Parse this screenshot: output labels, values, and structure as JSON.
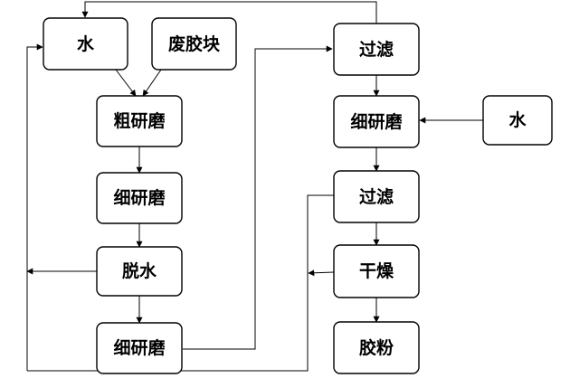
{
  "diagram": {
    "type": "process-flowchart",
    "line_color": "#000000",
    "box_fill": "#ffffff",
    "nodes": {
      "water_top": "水",
      "waste_rubber": "废胶块",
      "coarse_grinding": "粗研磨",
      "fine_grinding_1": "细研磨",
      "dehydration": "脱水",
      "fine_grinding_2": "细研磨",
      "filter_1": "过滤",
      "fine_grinding_3": "细研磨",
      "water_right": "水",
      "filter_2": "过滤",
      "drying": "干燥",
      "rubber_powder": "胶粉"
    },
    "edges": [
      {
        "from": "water_top",
        "to": "coarse_grinding"
      },
      {
        "from": "waste_rubber",
        "to": "coarse_grinding"
      },
      {
        "from": "coarse_grinding",
        "to": "fine_grinding_1"
      },
      {
        "from": "fine_grinding_1",
        "to": "dehydration"
      },
      {
        "from": "dehydration",
        "to": "fine_grinding_2"
      },
      {
        "from": "fine_grinding_2",
        "to": "filter_1"
      },
      {
        "from": "filter_1",
        "to": "fine_grinding_3"
      },
      {
        "from": "water_right",
        "to": "fine_grinding_3"
      },
      {
        "from": "fine_grinding_3",
        "to": "filter_2"
      },
      {
        "from": "filter_2",
        "to": "drying"
      },
      {
        "from": "drying",
        "to": "rubber_powder"
      },
      {
        "from": "filter_1",
        "to": "water_top",
        "kind": "recycle"
      },
      {
        "from": "dehydration",
        "to": "left-return-line",
        "kind": "recycle"
      },
      {
        "from": "filter_2",
        "to": "drying-return-line",
        "kind": "recycle"
      },
      {
        "from": "drying-return-line",
        "to": "water_top",
        "kind": "recycle"
      }
    ]
  }
}
